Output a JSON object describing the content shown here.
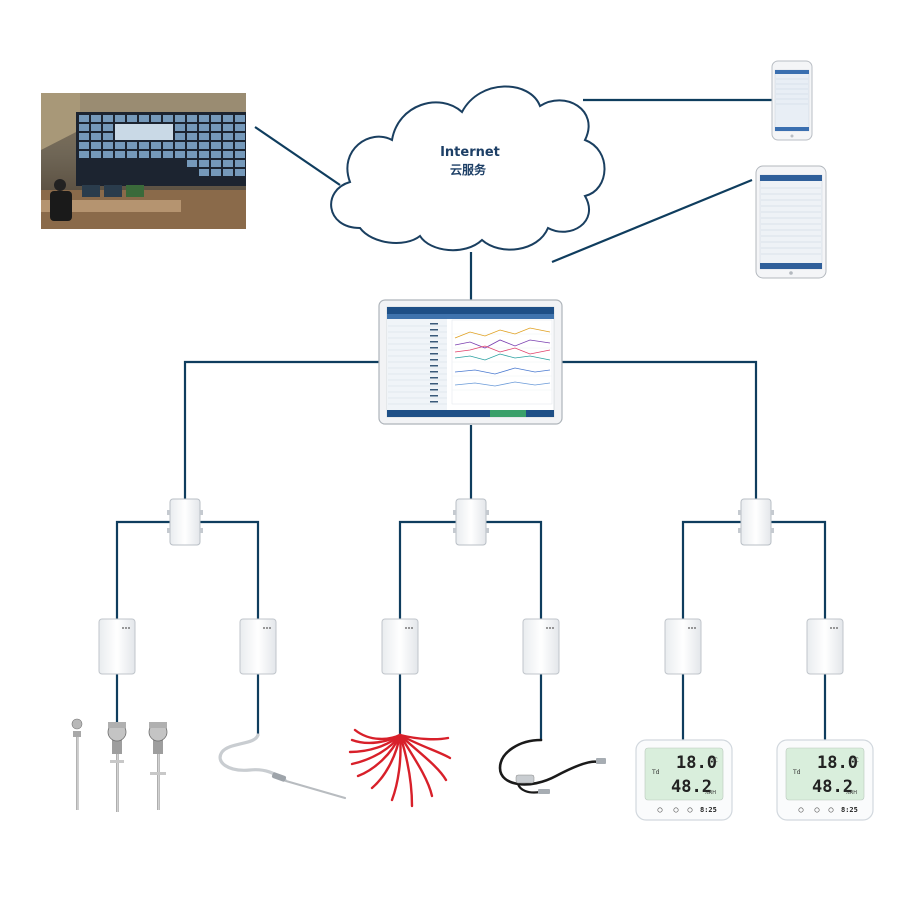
{
  "cloud": {
    "line1": "Internet",
    "line2": "云服务"
  },
  "sensor_displays": [
    {
      "temperature": "18.0",
      "temp_unit": "℃",
      "humidity": "48.2",
      "humidity_unit": "%RH",
      "label": "Td",
      "time": "8:25"
    },
    {
      "temperature": "18.0",
      "temp_unit": "℃",
      "humidity": "48.2",
      "humidity_unit": "%RH",
      "label": "Td",
      "time": "8:25"
    }
  ],
  "colors": {
    "link": "#0f3d5e",
    "cloud_text": "#1d3f66",
    "screen_header": "#1e4f86",
    "lcd_bg": "#d9eedc"
  }
}
